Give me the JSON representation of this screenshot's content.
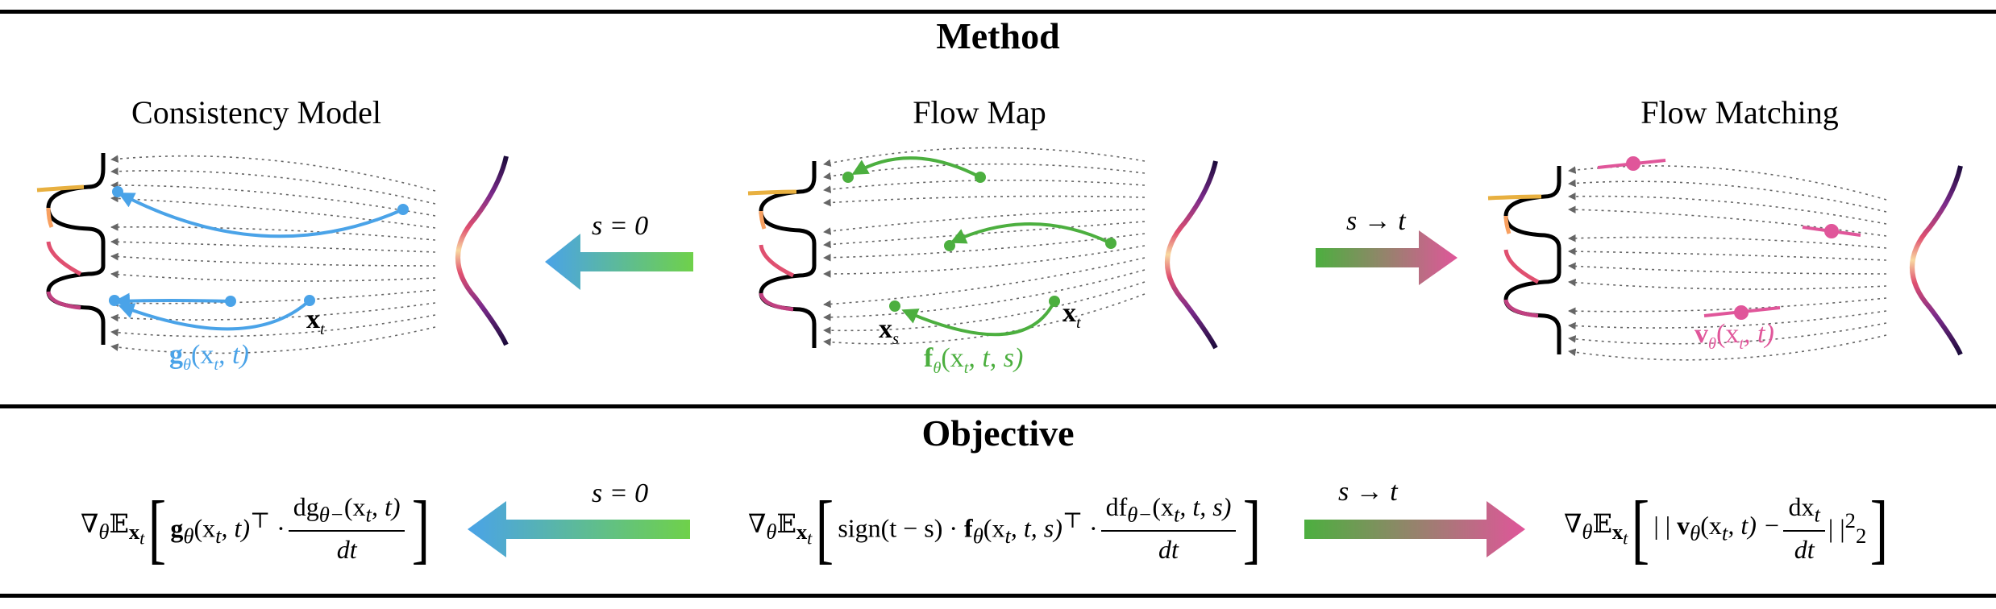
{
  "method": {
    "title": "Method",
    "panels": {
      "consistency": {
        "title": "Consistency Model",
        "xt": "x",
        "xt_sub": "t",
        "fn": "g",
        "fn_sub": "θ",
        "fn_args": "(x",
        "fn_args_sub": "t",
        "fn_args_tail": ", t)"
      },
      "flowmap": {
        "title": "Flow Map",
        "xs": "x",
        "xs_sub": "s",
        "xt": "x",
        "xt_sub": "t",
        "fn": "f",
        "fn_sub": "θ",
        "fn_args": "(x",
        "fn_args_sub": "t",
        "fn_args_tail": ", t, s)"
      },
      "flowmatching": {
        "title": "Flow Matching",
        "fn": "v",
        "fn_sub": "θ",
        "fn_args": "(x",
        "fn_args_sub": "t",
        "fn_args_tail": ", t)"
      }
    },
    "arrow_left_label": "s = 0",
    "arrow_right_label": "s → t"
  },
  "objective": {
    "title": "Objective",
    "arrow_left_label": "s = 0",
    "arrow_right_label": "s → t",
    "left": {
      "grad": "∇",
      "grad_sub": "θ",
      "E": "𝔼",
      "E_sub": "x",
      "E_subsub": "t",
      "inner": "g",
      "inner_sub": "θ",
      "inner_args": "(x",
      "inner_args_sub": "t",
      "inner_args_tail": ", t)",
      "T": "⊤",
      "dot": "·",
      "num": "dg",
      "num_sub": "θ−",
      "num_args": "(x",
      "num_args_sub": "t",
      "num_args_tail": ", t)",
      "den": "dt"
    },
    "middle": {
      "grad": "∇",
      "grad_sub": "θ",
      "E": "𝔼",
      "E_sub": "x",
      "E_subsub": "t",
      "sign": "sign(t − s) · ",
      "inner": "f",
      "inner_sub": "θ",
      "inner_args": "(x",
      "inner_args_sub": "t",
      "inner_args_tail": ", t, s)",
      "T": "⊤",
      "dot": "·",
      "num": "df",
      "num_sub": "θ−",
      "num_args": "(x",
      "num_args_sub": "t",
      "num_args_tail": ", t, s)",
      "den": "dt"
    },
    "right": {
      "grad": "∇",
      "grad_sub": "θ",
      "E": "𝔼",
      "E_sub": "x",
      "E_subsub": "t",
      "norm_open": "| | ",
      "inner": "v",
      "inner_sub": "θ",
      "inner_args": "(x",
      "inner_args_sub": "t",
      "inner_args_tail": ", t) − ",
      "num": "dx",
      "num_sub": "t",
      "den": "dt",
      "norm_close": " | |",
      "sup": "2",
      "subsc": "2"
    }
  },
  "colors": {
    "blue": "#4aa3e8",
    "green": "#4caf3f",
    "pink": "#e0569a",
    "dotted": "#666666"
  }
}
